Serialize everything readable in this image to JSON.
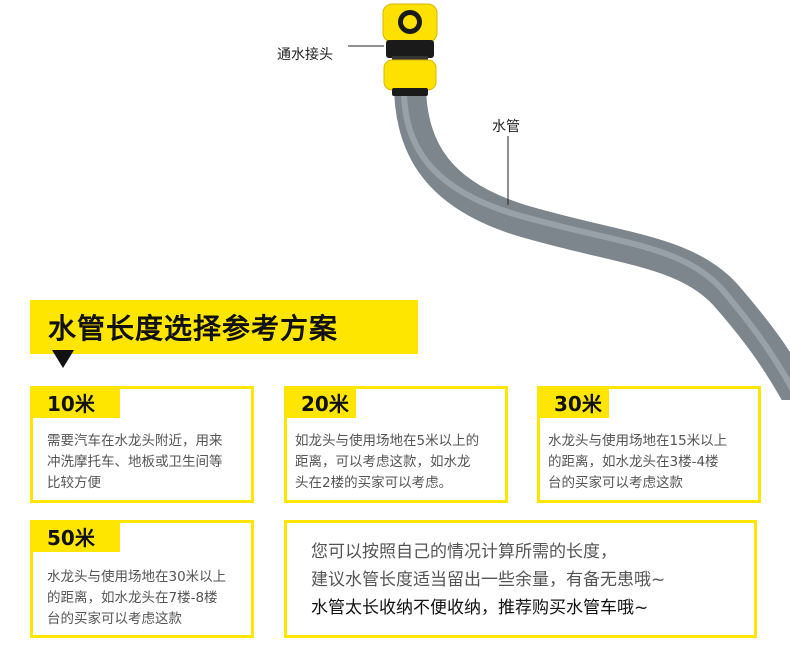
{
  "illustration": {
    "connector_label": "通水接头",
    "hose_label": "水管",
    "colors": {
      "hose": "#808890",
      "connector_yellow": "#ffe100",
      "connector_black": "#1a1a1a"
    }
  },
  "headline": {
    "title": "水管长度选择参考方案"
  },
  "options": [
    {
      "title": "10米",
      "lines": [
        "需要汽车在水龙头附近，用来",
        "冲洗摩托车、地板或卫生间等",
        "比较方便"
      ]
    },
    {
      "title": "20米",
      "lines": [
        "如龙头与使用场地在5米以上的",
        "距离，可以考虑这款，如水龙",
        "头在2楼的买家可以考虑。"
      ]
    },
    {
      "title": "30米",
      "lines": [
        "水龙头与使用场地在15米以上",
        "的距离，如水龙头在3楼-4楼",
        "台的买家可以考虑这款"
      ]
    },
    {
      "title": "50米",
      "lines": [
        "水龙头与使用场地在30米以上",
        "的距离，如水龙头在7楼-8楼",
        "台的买家可以考虑这款"
      ]
    }
  ],
  "note": {
    "line1": "您可以按照自己的情况计算所需的长度，",
    "line2": "建议水管长度适当留出一些余量，有备无患哦~",
    "line3": "水管太长收纳不便收纳，推荐购买水管车哦~"
  },
  "theme": {
    "accent": "#ffe600",
    "text_dark": "#111111",
    "text_body": "#555555"
  }
}
